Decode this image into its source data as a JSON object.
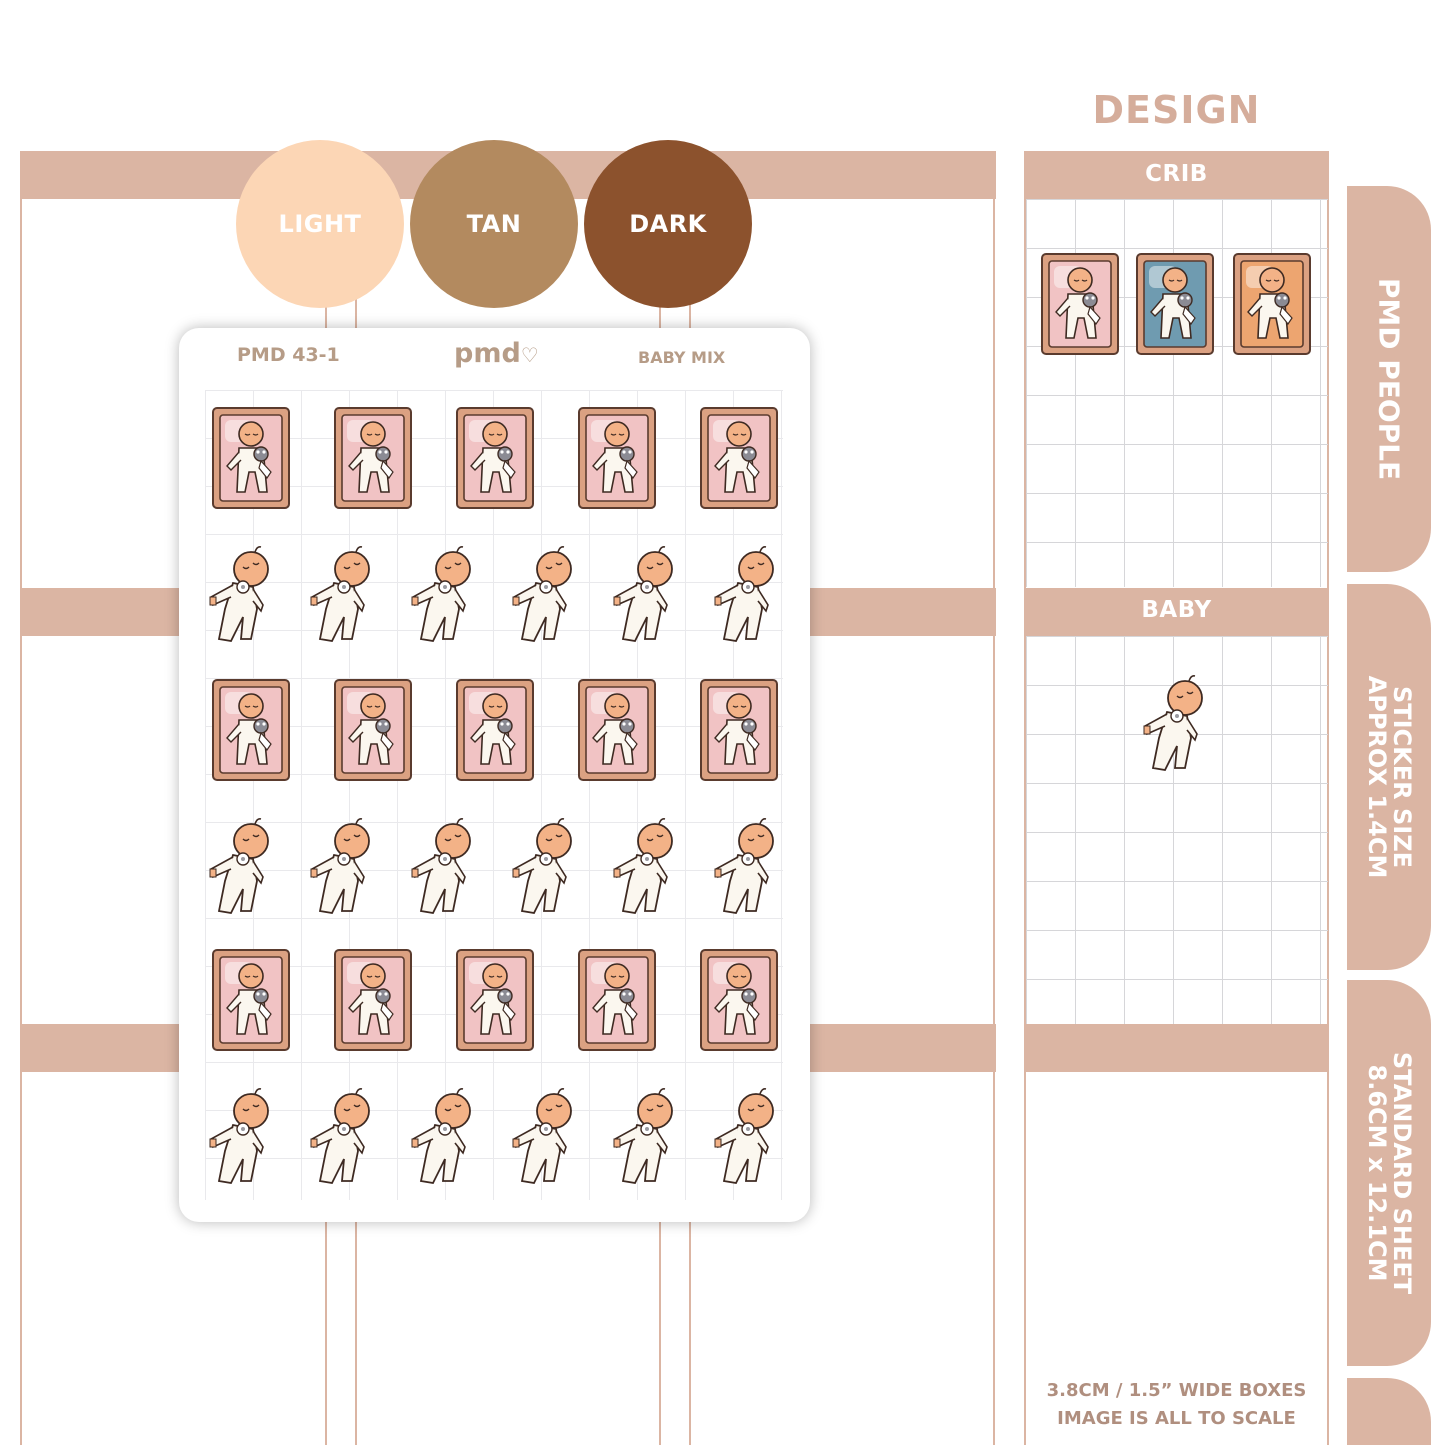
{
  "colors": {
    "accent": "#dbb5a3",
    "swatch_light": "#fcd6b5",
    "swatch_tan": "#b38a5f",
    "swatch_dark": "#8c522d",
    "crib_pink": "#f1c3c4",
    "crib_blue": "#6f9bb0",
    "crib_orange": "#eda570"
  },
  "swatches": [
    {
      "label": "LIGHT"
    },
    {
      "label": "TAN"
    },
    {
      "label": "DARK"
    }
  ],
  "sheet": {
    "code": "PMD 43-1",
    "brand": "pmd",
    "name": "BABY MIX"
  },
  "design": {
    "title": "DESIGN",
    "panels": [
      {
        "label": "CRIB"
      },
      {
        "label": "BABY"
      }
    ]
  },
  "tabs": [
    {
      "text": "PMD PEOPLE"
    },
    {
      "line1": "STICKER SIZE",
      "line2": "APPROX 1.4CM"
    },
    {
      "line1": "STANDARD SHEET",
      "line2": "8.6CM x 12.1CM"
    }
  ],
  "footer": {
    "line1": "3.8CM / 1.5” WIDE BOXES",
    "line2": "IMAGE IS ALL TO SCALE"
  },
  "stickers": {
    "rows": [
      "crib",
      "baby",
      "crib",
      "baby",
      "crib",
      "baby"
    ]
  }
}
